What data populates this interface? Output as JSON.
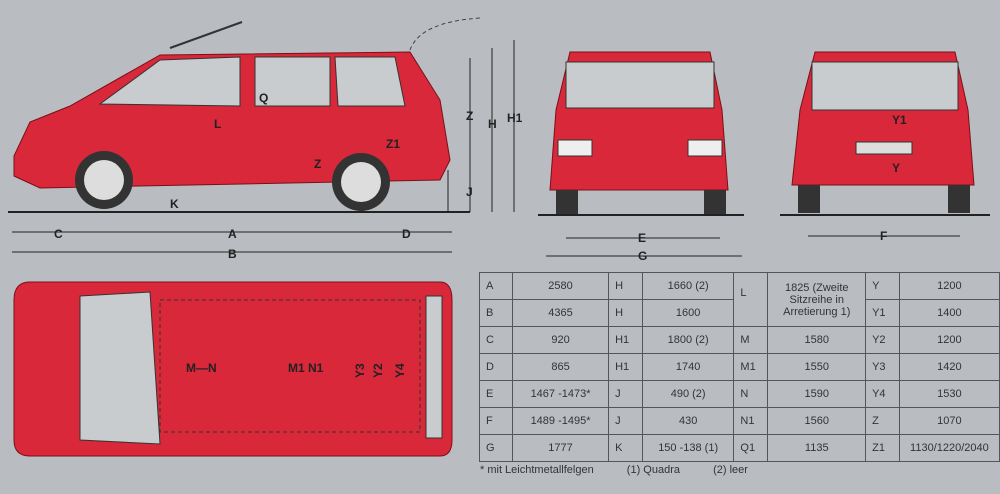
{
  "diagram_labels": {
    "side": {
      "C": "C",
      "A": "A",
      "D": "D",
      "B": "B",
      "K": "K",
      "Q": "Q",
      "L": "L",
      "Z": "Z",
      "Z1": "Z1",
      "Zlow": "Z",
      "J": "J",
      "H": "H",
      "H1": "H1"
    },
    "front": {
      "E": "E",
      "G": "G"
    },
    "rear": {
      "F": "F",
      "Y1": "Y1",
      "Y": "Y"
    },
    "top": {
      "MN": "M—N",
      "M1N1": "M1 N1",
      "Y3": "Y3",
      "Y2": "Y2",
      "Y4": "Y4"
    }
  },
  "colors": {
    "body": "#d8283a",
    "background": "#b9bdc1",
    "glass": "#c9ccce"
  },
  "table": {
    "rows": [
      [
        [
          "A",
          "2580"
        ],
        [
          "H",
          "1660 (2)"
        ],
        [
          "L",
          "1825 (Zweite Sitzreihe in Arretierung 1)"
        ],
        [
          "Y",
          "1200"
        ]
      ],
      [
        [
          "B",
          "4365"
        ],
        [
          "H",
          "1600"
        ],
        null,
        [
          "Y1",
          "1400"
        ]
      ],
      [
        [
          "C",
          "920"
        ],
        [
          "H1",
          "1800 (2)"
        ],
        [
          "M",
          "1580"
        ],
        [
          "Y2",
          "1200"
        ]
      ],
      [
        [
          "D",
          "865"
        ],
        [
          "H1",
          "1740"
        ],
        [
          "M1",
          "1550"
        ],
        [
          "Y3",
          "1420"
        ]
      ],
      [
        [
          "E",
          "1467 -1473*"
        ],
        [
          "J",
          "490 (2)"
        ],
        [
          "N",
          "1590"
        ],
        [
          "Y4",
          "1530"
        ]
      ],
      [
        [
          "F",
          "1489 -1495*"
        ],
        [
          "J",
          "430"
        ],
        [
          "N1",
          "1560"
        ],
        [
          "Z",
          "1070"
        ]
      ],
      [
        [
          "G",
          "1777"
        ],
        [
          "K",
          "150 -138 (1)"
        ],
        [
          "Q1",
          "1135"
        ],
        [
          "Z1",
          "1130/1220/2040"
        ]
      ]
    ]
  },
  "footnotes": [
    "* mit Leichtmetallfelgen",
    "(1) Quadra",
    "(2) leer"
  ]
}
